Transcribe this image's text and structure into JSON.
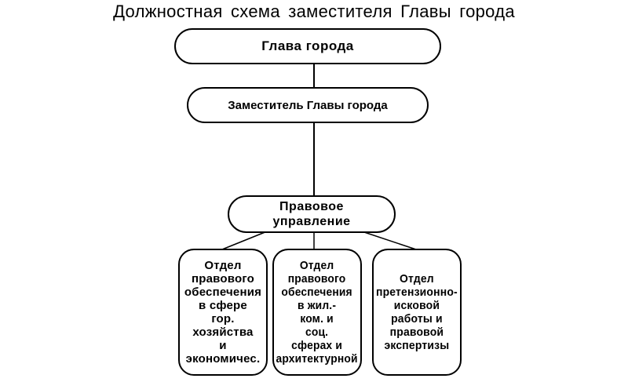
{
  "title": "Должностная  схема заместителя Главы города",
  "nodes": {
    "head": "Глава города",
    "deputy": "Заместитель Главы города",
    "legal_department": "Правовое\nуправление",
    "dept_1": "Отдел\nправового\nобеспечения\nв сфере\nгор.\nхозяйства\nи\nэкономичес.",
    "dept_2": "Отдел\nправового\nобеспечения\nв жил.-\nком. и\nсоц.\nсферах и\nархитектурной",
    "dept_3": "Отдел\nпретензионно-\nисковой\nработы и\nправовой\nэкспертизы"
  },
  "colors": {
    "line": "#000000",
    "fill": "#ffffff",
    "text": "#000000"
  }
}
